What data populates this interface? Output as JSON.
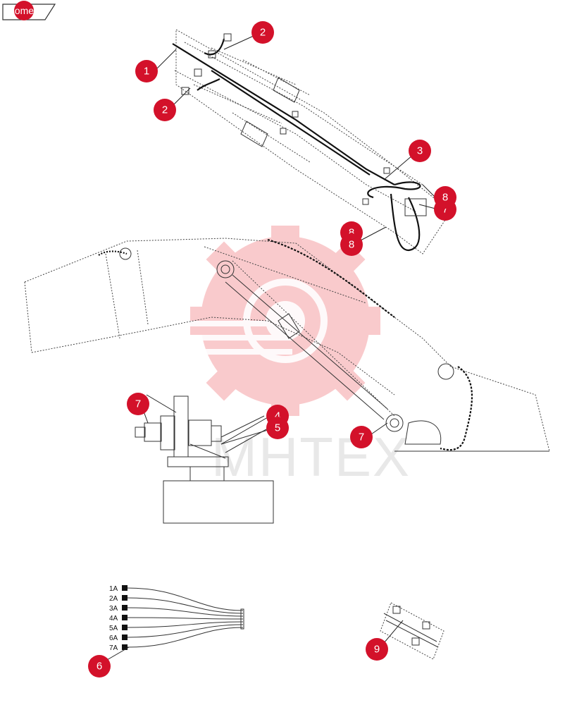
{
  "nav": {
    "home_label": "home"
  },
  "watermark": {
    "text": "MHTEX",
    "color": "#e8141d"
  },
  "colors": {
    "callout": "#d3112a",
    "callout_text": "#ffffff"
  },
  "callouts": {
    "c1": "1",
    "c2a": "2",
    "c2b": "2",
    "c3": "3",
    "c7a": "7",
    "c7b": "7",
    "c7c": "7",
    "c8a": "8",
    "c8b": "8",
    "c8c": "8",
    "c4": "4",
    "c5": "5",
    "c6": "6",
    "c9": "9"
  },
  "harness_labels": [
    "1A",
    "2A",
    "3A",
    "4A",
    "5A",
    "6A",
    "7A"
  ]
}
